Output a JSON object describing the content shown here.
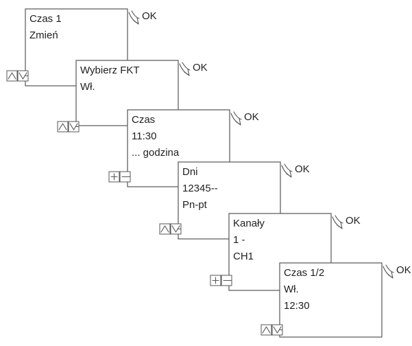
{
  "ok_label": "OK",
  "steps": [
    {
      "lines": [
        "Czas 1",
        "Zmień"
      ],
      "buttons": "arrows"
    },
    {
      "lines": [
        "Wybierz FKT",
        "Wł."
      ],
      "buttons": "arrows"
    },
    {
      "lines": [
        "Czas",
        "11:30",
        "... godzina"
      ],
      "buttons": "plusminus"
    },
    {
      "lines": [
        "Dni",
        "12345--",
        "Pn-pt"
      ],
      "buttons": "arrows"
    },
    {
      "lines": [
        "Kanały",
        "1 -",
        "CH1"
      ],
      "buttons": "plusminus"
    },
    {
      "lines": [
        "Czas 1/2",
        "Wł.",
        "12:30"
      ],
      "buttons": "arrows"
    }
  ]
}
